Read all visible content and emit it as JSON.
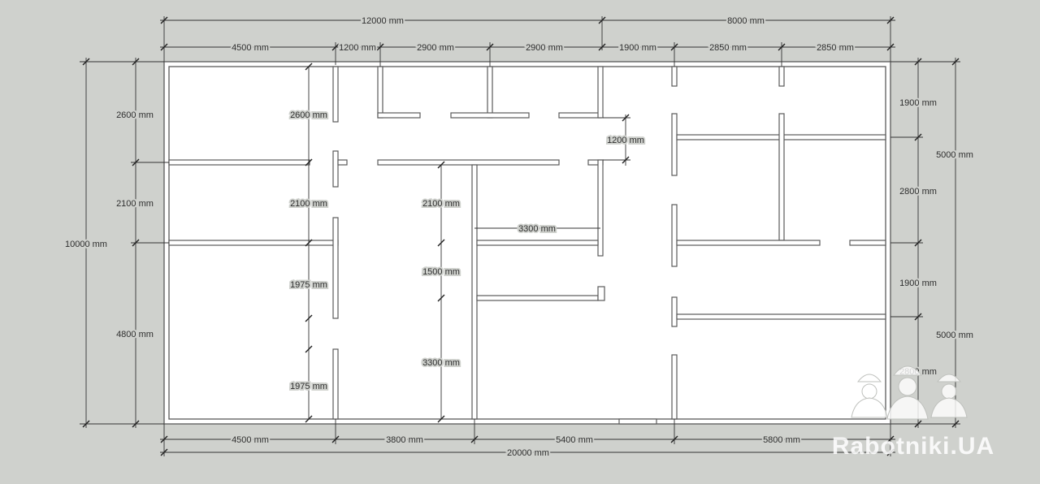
{
  "plan": {
    "top_overall": [
      "12000 mm",
      "8000 mm"
    ],
    "top_segments": [
      "4500 mm",
      "1200 mm",
      "2900 mm",
      "2900 mm",
      "1900 mm",
      "2850 mm",
      "2850 mm"
    ],
    "left_overall": "10000 mm",
    "left_segments": [
      "2600 mm",
      "2100 mm",
      "4800 mm"
    ],
    "right_segments": [
      "1900 mm",
      "2800 mm",
      "1900 mm",
      "2800 mm"
    ],
    "right_overall": [
      "5000 mm",
      "5000 mm"
    ],
    "bottom_segments": [
      "4500 mm",
      "3800 mm",
      "5400 mm",
      "5800 mm"
    ],
    "bottom_overall": "20000 mm",
    "interior": {
      "corridor_width": "1200 mm",
      "col1": [
        "2600 mm",
        "2100 mm",
        "1975 mm",
        "1975 mm"
      ],
      "col2": [
        "2100 mm",
        "1500 mm",
        "3300 mm"
      ],
      "room_width": "3300 mm"
    }
  },
  "watermark": {
    "text": "Rabotniki.UA",
    "icon": "three-workers-in-hardhats-icon"
  }
}
